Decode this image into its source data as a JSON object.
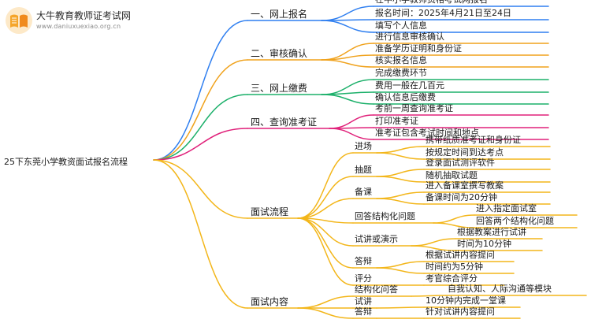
{
  "brand": {
    "name": "大牛教育教师证考试网",
    "domain": "www.daniuxuexiao.org.cn"
  },
  "root": "25下东莞小学教资面试报名流程",
  "colors": {
    "branch_1": "#2f7ff0",
    "branch_2": "#f0a21c",
    "branch_3": "#1cb06a",
    "branch_4": "#e0217a",
    "branch_5": "#f3b61a"
  },
  "branches": [
    {
      "label": "一、网上报名",
      "items": [
        "在中小学教师资格考试网报名",
        "报名时间：2025年4月21日至24日",
        "填写个人信息"
      ]
    },
    {
      "label": "二、审核确认",
      "items": [
        "进行信息审核确认",
        "准备学历证明和身份证",
        "核实报名信息"
      ]
    },
    {
      "label": "三、网上缴费",
      "items": [
        "完成缴费环节",
        "费用一般在几百元",
        "确认信息后缴费"
      ]
    },
    {
      "label": "四、查询准考证",
      "items": [
        "考前一周查询准考证",
        "打印准考证",
        "准考证包含考试时间和地点"
      ]
    },
    {
      "label": "面试流程",
      "groups": [
        {
          "label": "进场",
          "items": [
            "携带纸质准考证和身份证",
            "按规定时间到达考点"
          ]
        },
        {
          "label": "抽题",
          "items": [
            "登录面试测评软件",
            "随机抽取试题"
          ]
        },
        {
          "label": "备课",
          "items": [
            "进入备课室撰写教案",
            "备课时间为20分钟"
          ]
        },
        {
          "label": "回答结构化问题",
          "items": [
            "进入指定面试室",
            "回答两个结构化问题"
          ]
        },
        {
          "label": "试讲或演示",
          "items": [
            "根据教案进行试讲",
            "时间为10分钟"
          ]
        },
        {
          "label": "答辩",
          "items": [
            "根据试讲内容提问",
            "时间约为5分钟"
          ]
        },
        {
          "label": "评分",
          "items": [
            "考官综合评分"
          ]
        }
      ]
    },
    {
      "label": "面试内容",
      "groups": [
        {
          "label": "结构化问答",
          "items": [
            "自我认知、人际沟通等模块"
          ]
        },
        {
          "label": "试讲",
          "items": [
            "10分钟内完成一堂课"
          ]
        },
        {
          "label": "答辩",
          "items": [
            "针对试讲内容提问"
          ]
        }
      ]
    }
  ]
}
